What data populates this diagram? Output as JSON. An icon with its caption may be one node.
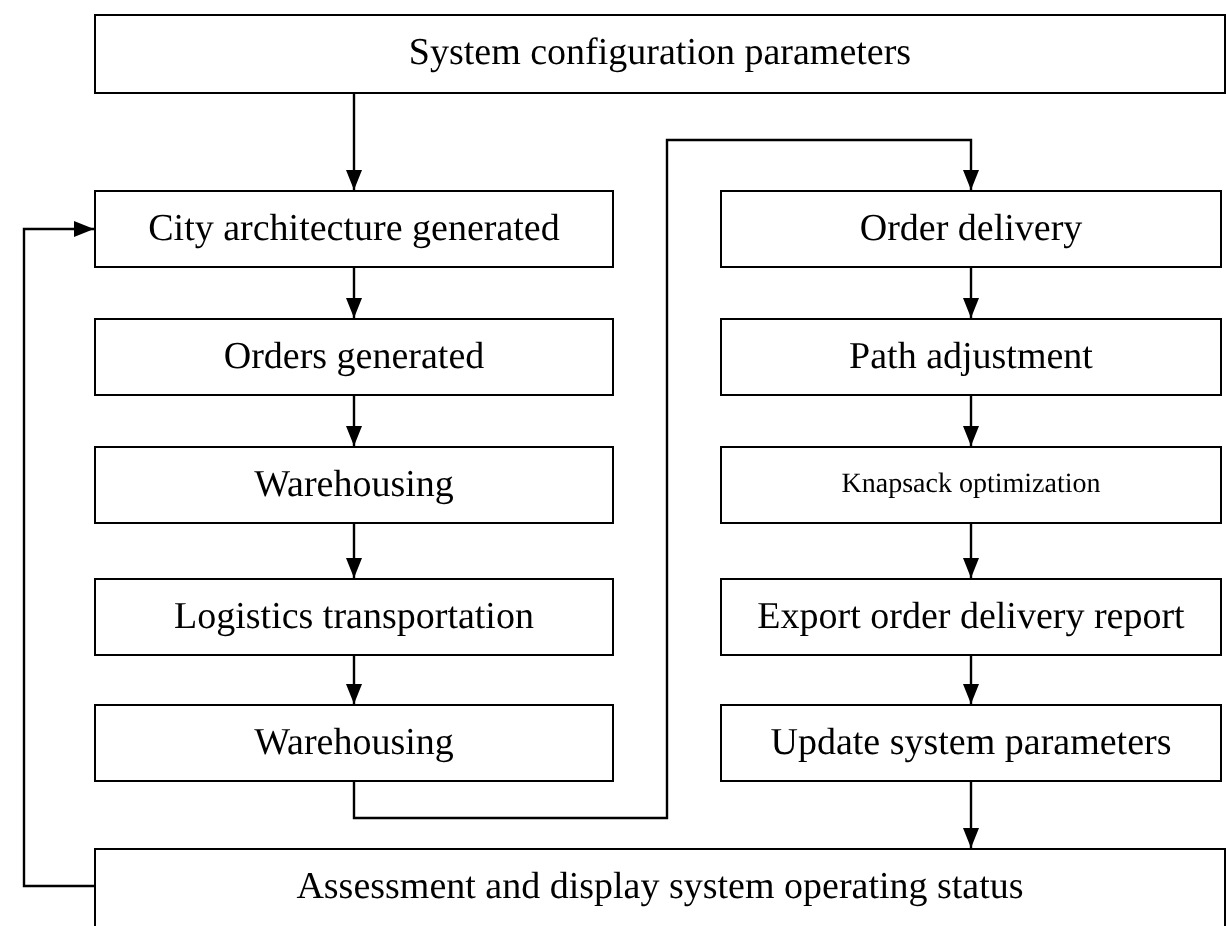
{
  "diagram": {
    "nodes": [
      {
        "text": [
          "System configuration parameters"
        ]
      },
      {
        "text": [
          "City architecture generated"
        ]
      },
      {
        "text": [
          "Orders generated"
        ]
      },
      {
        "text": [
          "Warehousing"
        ]
      },
      {
        "text": [
          "Logistics transportation"
        ]
      },
      {
        "text": [
          "Warehousing"
        ]
      },
      {
        "text": [
          "Order delivery"
        ]
      },
      {
        "text": [
          "Path adjustment"
        ]
      },
      {
        "text": [
          "Knapsack optimization"
        ]
      },
      {
        "text": [
          "Export order delivery report"
        ]
      },
      {
        "text": [
          "Update system parameters"
        ]
      },
      {
        "text": [
          "Assessment and display system operating status"
        ]
      }
    ],
    "edges": [
      {
        "from": 0,
        "to": 1,
        "arrow": "to"
      },
      {
        "from": 1,
        "to": 2,
        "arrow": "to"
      },
      {
        "from": 2,
        "to": 3,
        "arrow": "to"
      },
      {
        "from": 3,
        "to": 4,
        "arrow": "to"
      },
      {
        "from": 4,
        "to": 5,
        "arrow": "to"
      },
      {
        "from": 5,
        "to": 6,
        "arrow": "to"
      },
      {
        "from": 6,
        "to": 7,
        "arrow": "to"
      },
      {
        "from": 7,
        "to": 8,
        "arrow": "to"
      },
      {
        "from": 8,
        "to": 9,
        "arrow": "to"
      },
      {
        "from": 9,
        "to": 10,
        "arrow": "to"
      },
      {
        "from": 10,
        "to": 11,
        "arrow": "to"
      },
      {
        "from": 11,
        "to": 1,
        "arrow": "to"
      }
    ]
  }
}
